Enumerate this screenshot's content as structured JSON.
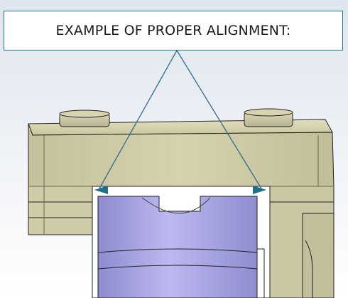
{
  "callout": {
    "label": "EXAMPLE OF PROPER ALIGNMENT:"
  },
  "colors": {
    "callout_border": "#2b6f86",
    "leader_line": "#2b6f86",
    "arrowhead": "#1f6e8a",
    "part_body": "#cdc9a2",
    "part_face": "#d9d5b0",
    "part_shadow": "#a9a585",
    "insert_body": "#9d9ad8",
    "insert_light": "#b7b4ec",
    "edge": "#222222"
  },
  "icons": [
    "arrowhead-left",
    "arrowhead-right"
  ]
}
